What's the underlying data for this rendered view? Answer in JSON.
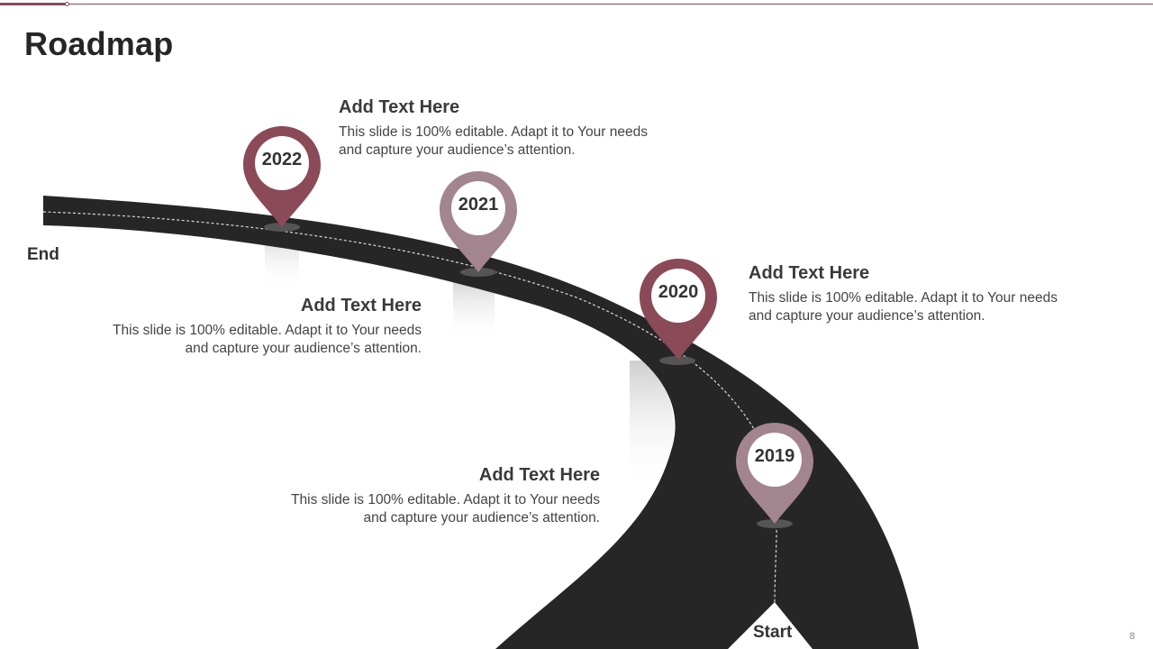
{
  "slide": {
    "title": "Roadmap",
    "page_number": "8",
    "accent_color": "#8a4a57",
    "road_color": "#262626"
  },
  "road": {
    "end_label": "End",
    "start_label": "Start"
  },
  "milestones": [
    {
      "year": "2022",
      "color": "#8a4a57",
      "heading": "Add Text Here",
      "line1": "This slide is 100% editable. Adapt it to Your needs",
      "line2": "and capture your audience’s attention."
    },
    {
      "year": "2021",
      "color": "#a3858f",
      "heading": "Add Text Here",
      "line1": "This slide is 100% editable. Adapt it to Your needs",
      "line2": "and capture your audience’s attention."
    },
    {
      "year": "2020",
      "color": "#8a4a57",
      "heading": "Add Text Here",
      "line1": "This slide is 100% editable. Adapt it to Your needs",
      "line2": "and capture your audience’s attention."
    },
    {
      "year": "2019",
      "color": "#a3858f",
      "heading": "Add Text Here",
      "line1": "This slide is 100% editable. Adapt it to Your needs",
      "line2": "and capture your audience’s attention."
    }
  ]
}
